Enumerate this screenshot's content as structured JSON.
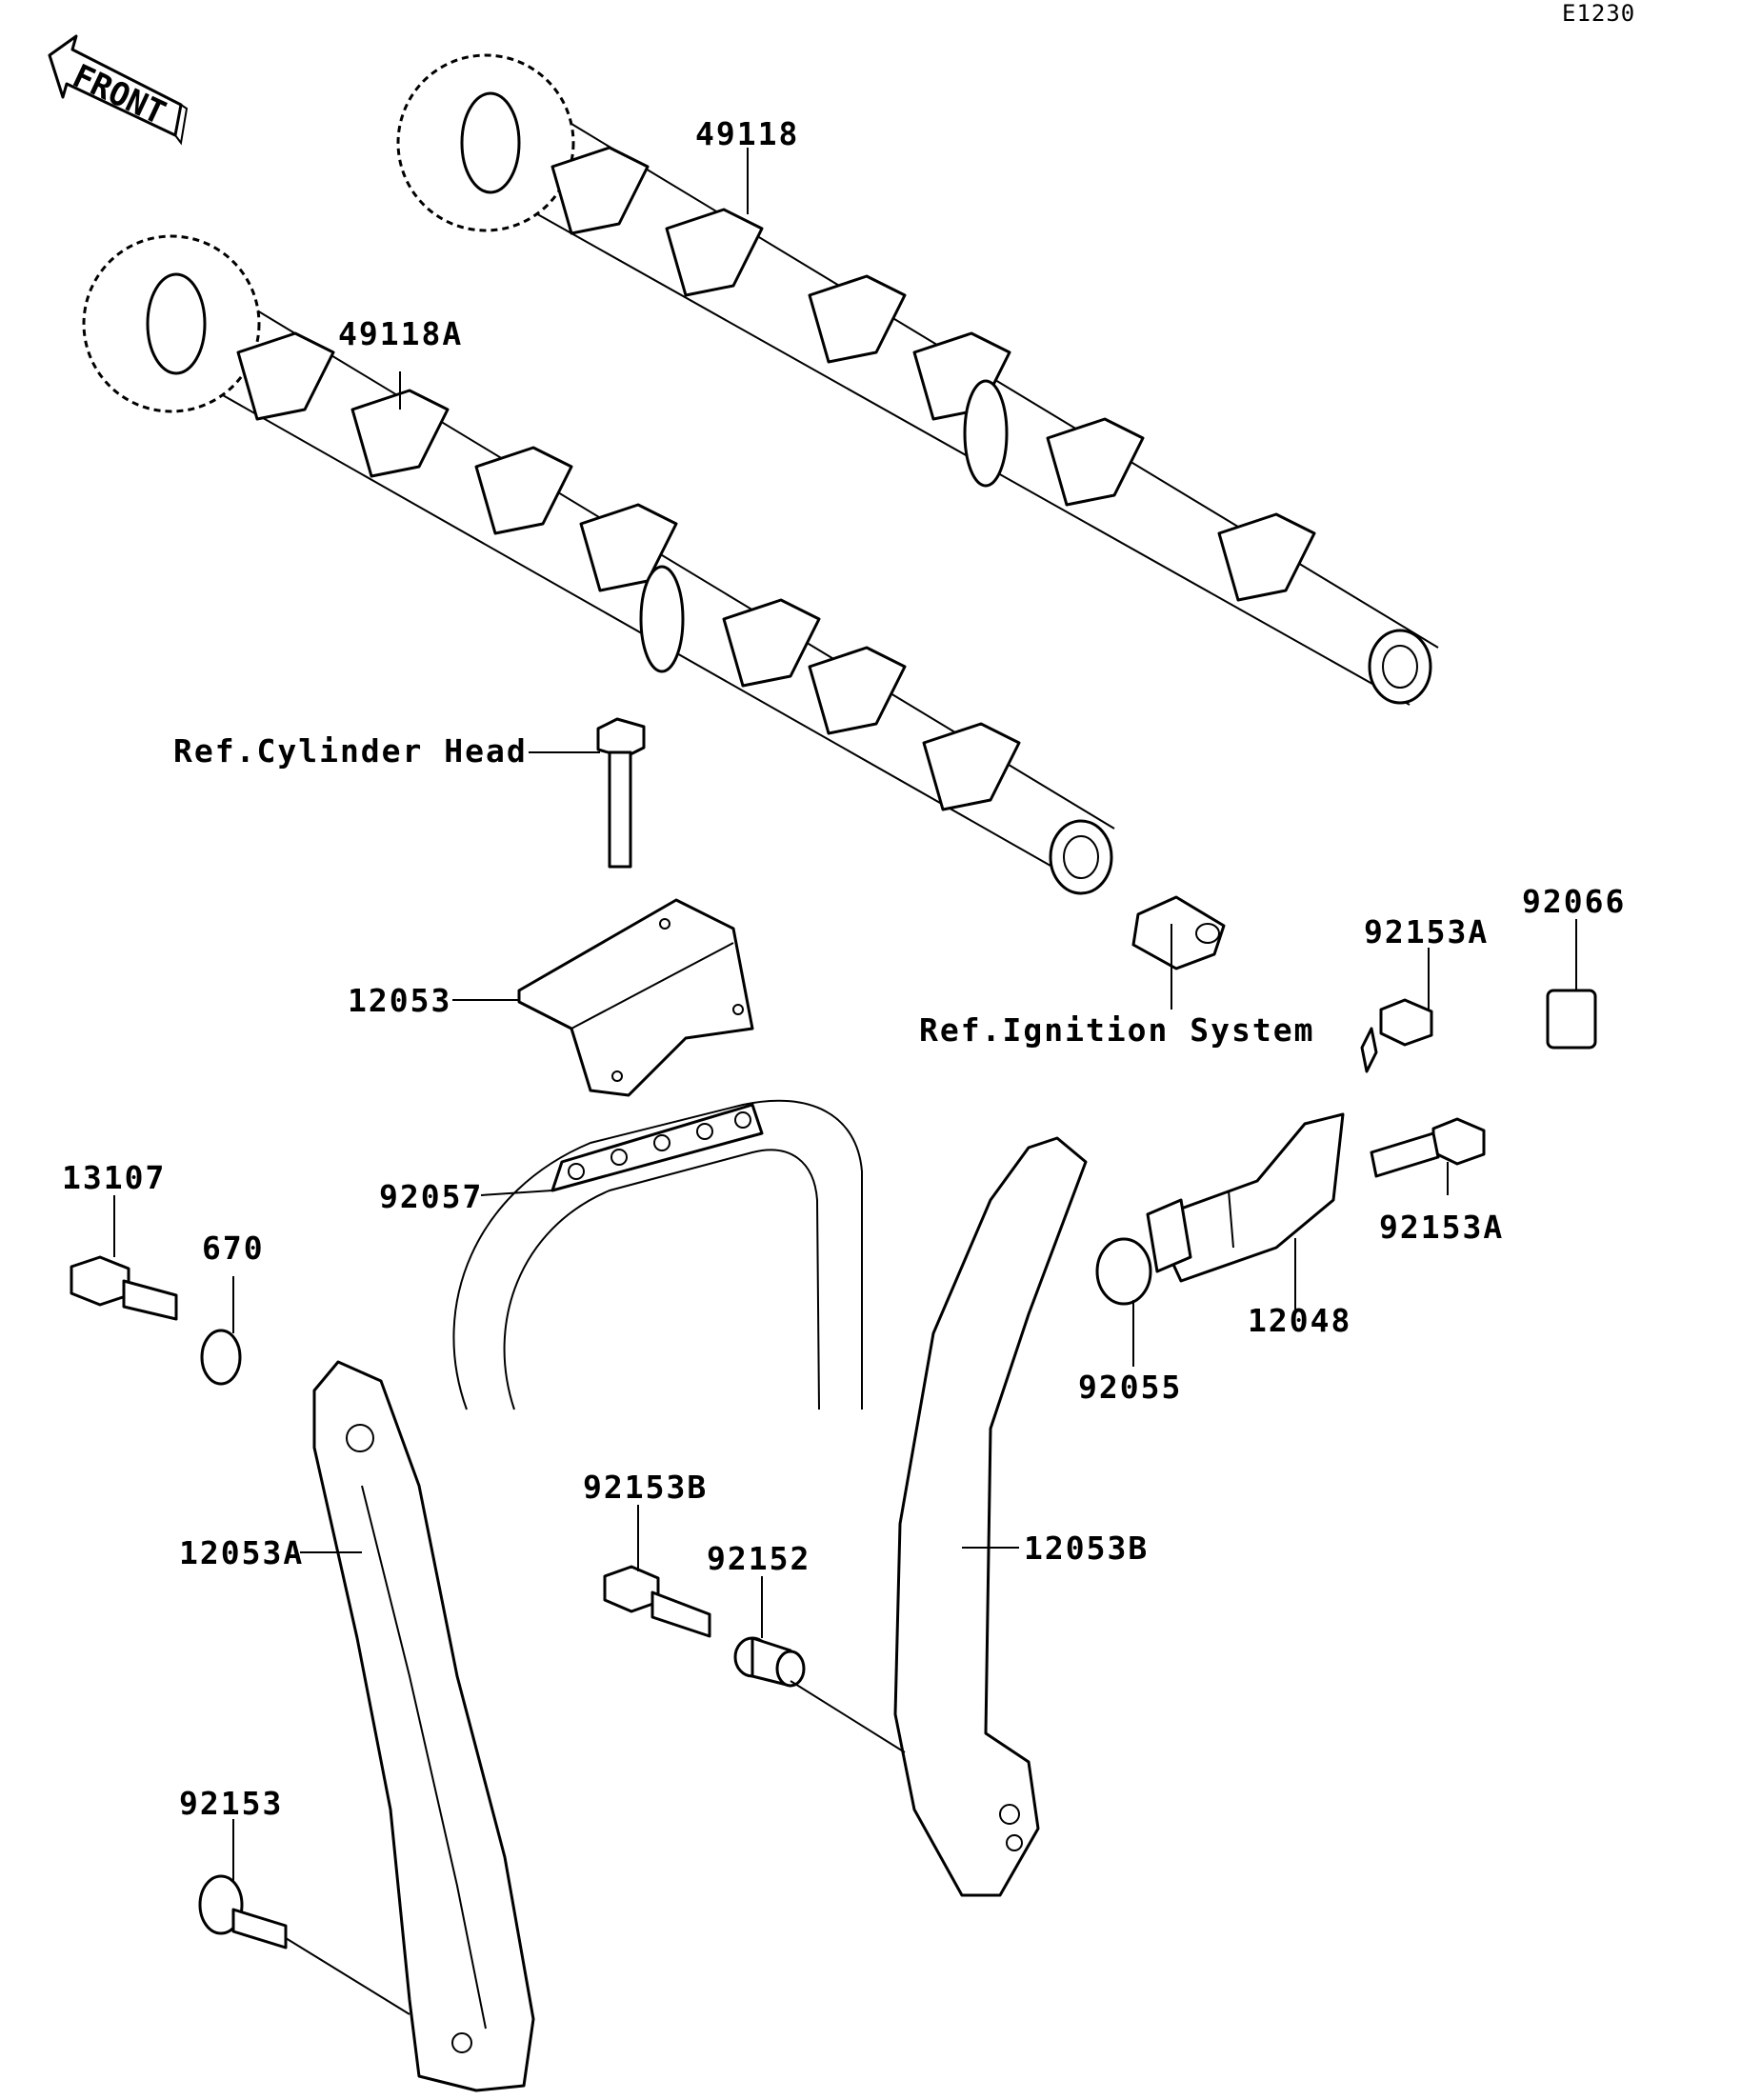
{
  "diagram_code": "E1230",
  "front_label": "FRONT",
  "labels": {
    "p49118": "49118",
    "p49118A": "49118A",
    "ref_cylinder_head": "Ref.Cylinder Head",
    "p12053": "12053",
    "ref_ignition_system": "Ref.Ignition System",
    "p92153A_top": "92153A",
    "p92066": "92066",
    "p13107": "13107",
    "p670": "670",
    "p92057": "92057",
    "p92055": "92055",
    "p12048": "12048",
    "p92153A_bottom": "92153A",
    "p92153B": "92153B",
    "p92152": "92152",
    "p12053B": "12053B",
    "p12053A": "12053A",
    "p92153": "92153"
  }
}
